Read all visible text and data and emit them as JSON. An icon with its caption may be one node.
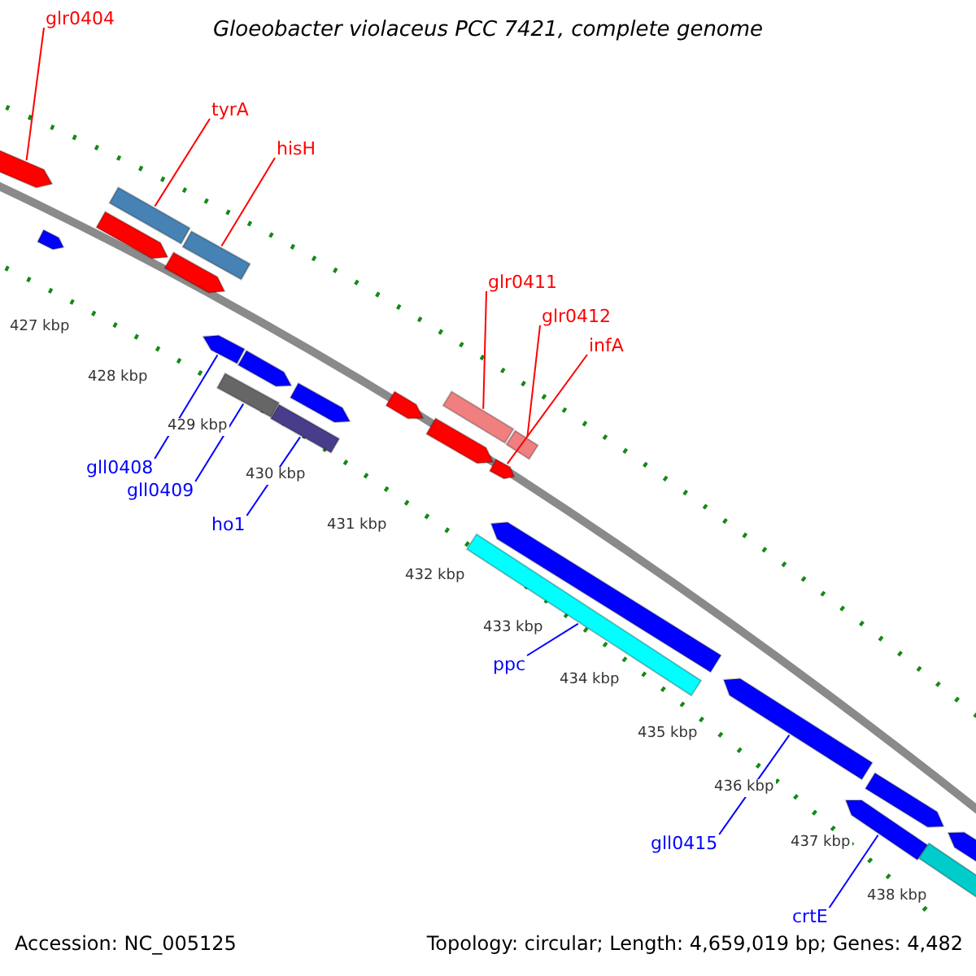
{
  "diagram": {
    "title": "Gloeobacter violaceus PCC 7421, complete genome",
    "nodes": [
      {
        "text": [
          "glr0404"
        ]
      },
      {
        "text": [
          "tyrA"
        ]
      },
      {
        "text": [
          "hisH"
        ]
      },
      {
        "text": [
          "glr0411"
        ]
      },
      {
        "text": [
          "glr0412"
        ]
      },
      {
        "text": [
          "infA"
        ]
      },
      {
        "text": [
          "gll0408"
        ]
      },
      {
        "text": [
          "gll0409"
        ]
      },
      {
        "text": [
          "ho1"
        ]
      },
      {
        "text": [
          "ppc"
        ]
      },
      {
        "text": [
          "gll0415"
        ]
      },
      {
        "text": [
          "crtE"
        ]
      },
      {
        "text": [],
        "shape": "arrow"
      },
      {
        "text": [],
        "shape": "arrow"
      },
      {
        "text": [],
        "shape": "arrow"
      },
      {
        "text": [],
        "shape": "bar"
      },
      {
        "text": [],
        "shape": "arrow"
      },
      {
        "text": [],
        "shape": "bar"
      },
      {
        "text": [],
        "shape": "arrow"
      },
      {
        "text": [],
        "shape": "bar"
      },
      {
        "text": [],
        "shape": "arrow"
      },
      {
        "text": [],
        "shape": "bar"
      },
      {
        "text": [],
        "shape": "arrow"
      },
      {
        "text": [],
        "shape": "arrow"
      },
      {
        "text": [],
        "shape": "arrow"
      },
      {
        "text": [],
        "shape": "bar"
      },
      {
        "text": [],
        "shape": "bar"
      },
      {
        "text": [],
        "shape": "arrow"
      },
      {
        "text": [],
        "shape": "arrow"
      },
      {
        "text": [],
        "shape": "bar"
      },
      {
        "text": [],
        "shape": "arrow"
      },
      {
        "text": [],
        "shape": "arrow"
      },
      {
        "text": [],
        "shape": "arrow"
      },
      {
        "text": [],
        "shape": "bar"
      },
      {
        "text": [],
        "shape": "arrow"
      }
    ],
    "edges": [
      {
        "from": 0,
        "to": 12,
        "arrow": "none"
      },
      {
        "from": 1,
        "to": 15,
        "arrow": "none"
      },
      {
        "from": 2,
        "to": 17,
        "arrow": "none"
      },
      {
        "from": 3,
        "to": 25,
        "arrow": "none"
      },
      {
        "from": 4,
        "to": 29,
        "arrow": "none"
      },
      {
        "from": 5,
        "to": 28,
        "arrow": "none"
      },
      {
        "from": 6,
        "to": 18,
        "arrow": "none",
        "color": "#0000ff"
      },
      {
        "from": 7,
        "to": 19,
        "arrow": "none",
        "color": "#0000ff"
      },
      {
        "from": 8,
        "to": 21,
        "arrow": "none",
        "color": "#0000ff"
      },
      {
        "from": 9,
        "to": 26,
        "arrow": "none",
        "color": "#0000ff"
      },
      {
        "from": 10,
        "to": 30,
        "arrow": "none",
        "color": "#0000ff"
      },
      {
        "from": 11,
        "to": 31,
        "arrow": "none",
        "color": "#0000ff"
      }
    ],
    "labels": [
      "427 kbp",
      "428 kbp",
      "429 kbp",
      "430 kbp",
      "431 kbp",
      "432 kbp",
      "433 kbp",
      "434 kbp",
      "435 kbp",
      "436 kbp",
      "437 kbp",
      "438 kbp",
      "Accession: NC_005125",
      "Topology: circular; Length: 4,659,019 bp; Genes: 4,482"
    ]
  }
}
